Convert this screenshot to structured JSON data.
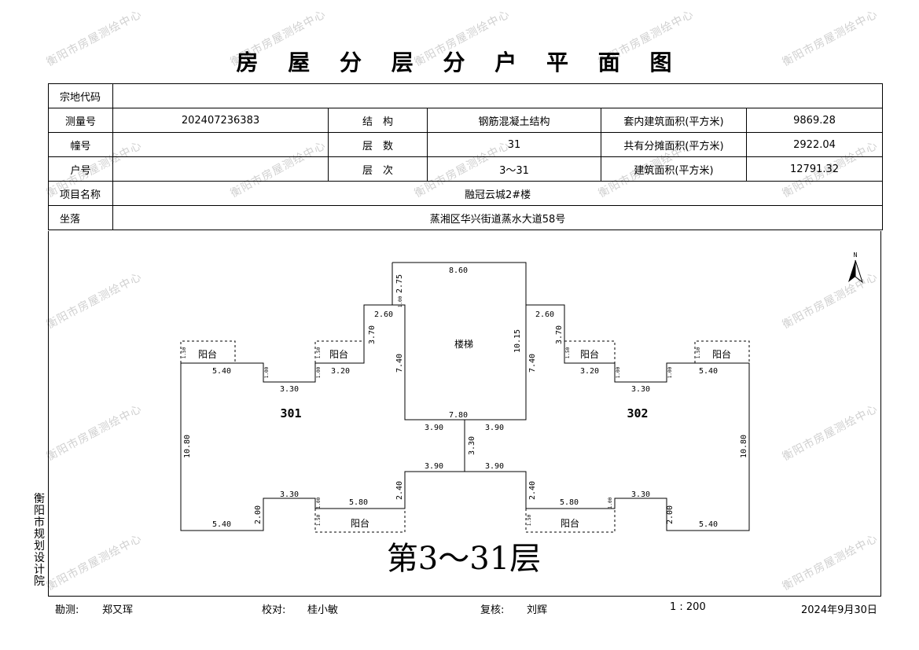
{
  "watermark": "衡阳市房屋测绘中心",
  "title": "房 屋 分 层 分 户 平 面 图",
  "info": {
    "zongdi_label": "宗地代码",
    "zongdi_value": "",
    "celiang_label": "测量号",
    "celiang_value": "202407236383",
    "jiegou_label": "结　构",
    "jiegou_value": "钢筋混凝土结构",
    "taonei_label": "套内建筑面积(平方米)",
    "taonei_value": "9869.28",
    "zhuang_label": "幢号",
    "zhuang_value": "",
    "censhu_label": "层　数",
    "censhu_value": "31",
    "gongyou_label": "共有分摊面积(平方米)",
    "gongyou_value": "2922.04",
    "hu_label": "户号",
    "hu_value": "",
    "cenci_label": "层　次",
    "cenci_value": "3～31",
    "jianzhu_label": "建筑面积(平方米)",
    "jianzhu_value": "12791.32",
    "xiangmu_label": "项目名称",
    "xiangmu_value": "融冠云城2#楼",
    "zuoluo_label": "坐落",
    "zuoluo_value": "蒸湘区华兴街道蒸水大道58号"
  },
  "plan": {
    "north": "N",
    "stair": "楼梯",
    "balcony": "阳台",
    "unit_left": "301",
    "unit_right": "302",
    "floor_label": "第3～31层",
    "dims": {
      "top": "8.60",
      "core_h": "10.15",
      "left_up": "2.75",
      "core_bottom": "7.80",
      "core_l": "7.40",
      "core_r": "7.40",
      "step": "2.60",
      "step_h": "3.70",
      "bal_w": "3.20",
      "notch": "3.30",
      "outer": "5.40",
      "side": "10.80",
      "corr": "3.90",
      "corr_h": "3.30",
      "low_w": "5.80",
      "low_h": "2.40",
      "bot_h": "2.00",
      "bal_d": "1.50",
      "small": "1.00"
    }
  },
  "side_text": [
    "衡",
    "阳",
    "市",
    "规",
    "划",
    "设",
    "计",
    "院"
  ],
  "footer": {
    "kance_label": "勘测:",
    "kance_value": "郑又珲",
    "jiaodui_label": "校对:",
    "jiaodui_value": "桂小敏",
    "fuhe_label": "复核:",
    "fuhe_value": "刘辉",
    "scale": "1 : 200",
    "date": "2024年9月30日"
  }
}
